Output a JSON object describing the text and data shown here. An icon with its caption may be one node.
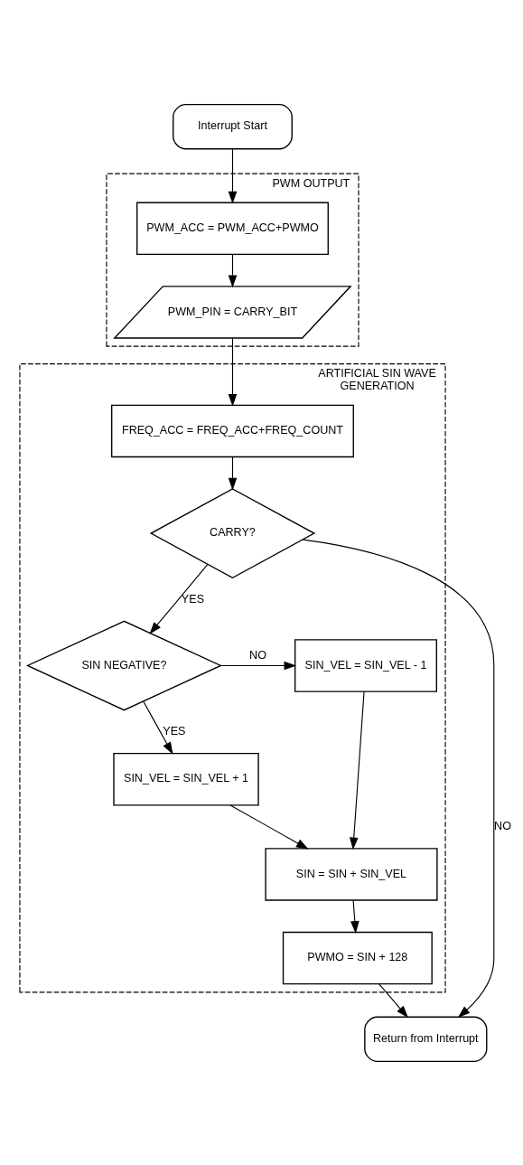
{
  "diagram": {
    "nodes": [
      {
        "text": [
          "Interrupt Start"
        ]
      },
      {
        "text": [
          "PWM OUTPUT"
        ]
      },
      {
        "text": [
          "PWM_ACC = PWM_ACC+PWMO"
        ],
        "in": 1
      },
      {
        "text": [
          "PWM_PIN = CARRY_BIT"
        ],
        "in": 1
      },
      {
        "text": [
          "ARTIFICIAL SIN WAVE GENERATION"
        ]
      },
      {
        "text": [
          "FREQ_ACC = FREQ_ACC+FREQ_COUNT"
        ],
        "in": 4
      },
      {
        "text": [
          "CARRY?"
        ],
        "in": 4
      },
      {
        "text": [
          "SIN NEGATIVE?"
        ],
        "in": 4
      },
      {
        "text": [
          "SIN_VEL = SIN_VEL - 1"
        ],
        "in": 4
      },
      {
        "text": [
          "SIN_VEL = SIN_VEL + 1"
        ],
        "in": 4
      },
      {
        "text": [
          "SIN = SIN + SIN_VEL"
        ],
        "in": 4
      },
      {
        "text": [
          "PWMO = SIN + 128"
        ],
        "in": 4
      },
      {
        "text": [
          "Return from Interrupt"
        ]
      }
    ],
    "edges": [
      {
        "from": 0,
        "to": 2,
        "arrow": "to"
      },
      {
        "from": 2,
        "to": 3,
        "arrow": "to"
      },
      {
        "from": 3,
        "to": 5,
        "arrow": "to"
      },
      {
        "from": 5,
        "to": 6,
        "arrow": "to"
      },
      {
        "from": 6,
        "to": 12,
        "arrow": "to",
        "label": "NO"
      },
      {
        "from": 6,
        "to": 7,
        "arrow": "to",
        "label": "YES"
      },
      {
        "from": 7,
        "to": 8,
        "arrow": "to",
        "label": "NO"
      },
      {
        "from": 7,
        "to": 9,
        "arrow": "to",
        "label": "YES"
      },
      {
        "from": 9,
        "to": 10,
        "arrow": "to"
      },
      {
        "from": 8,
        "to": 10,
        "arrow": "to"
      },
      {
        "from": 10,
        "to": 11,
        "arrow": "to"
      },
      {
        "from": 11,
        "to": 12,
        "arrow": "to"
      }
    ]
  }
}
